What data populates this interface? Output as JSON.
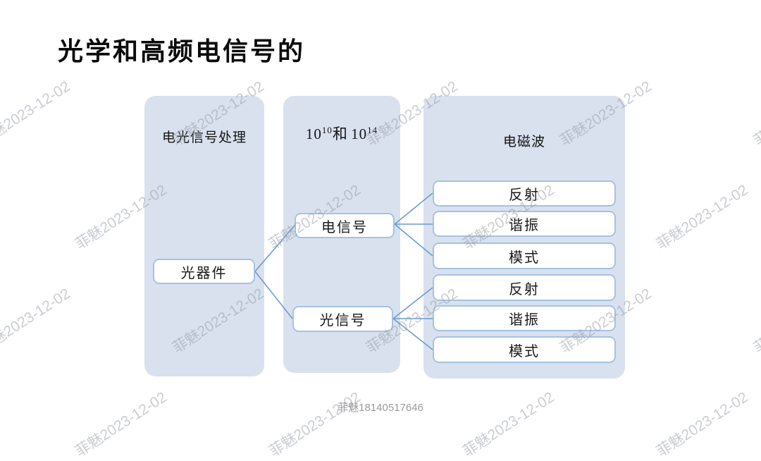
{
  "slide": {
    "title": "光学和高频电信号的",
    "footer": "菲魅18140517646",
    "watermark_text": "菲魅2023-12-02"
  },
  "colors": {
    "panel_fill": "#d9e1ef",
    "node_border": "#a4c3e3",
    "connector": "#6d9cce",
    "title_text": "#0b0b0b",
    "watermark": "#969ca8",
    "footer_text": "#9a9a9a"
  },
  "diagram": {
    "panels": [
      {
        "id": "panel-1",
        "header": "电光信号处理",
        "nodes": [
          {
            "id": "optical-device",
            "label": "光器件"
          }
        ]
      },
      {
        "id": "panel-2",
        "header_parts": {
          "base1": "10",
          "sup1": "10",
          "mid": "和 ",
          "base2": "10",
          "sup2": "14"
        },
        "nodes": [
          {
            "id": "electrical-signal",
            "label": "电信号"
          },
          {
            "id": "optical-signal",
            "label": "光信号"
          }
        ]
      },
      {
        "id": "panel-3",
        "header": "电磁波",
        "nodes": [
          {
            "id": "em-1",
            "label": "反射"
          },
          {
            "id": "em-2",
            "label": "谐振"
          },
          {
            "id": "em-3",
            "label": "模式"
          },
          {
            "id": "em-4",
            "label": "反射"
          },
          {
            "id": "em-5",
            "label": "谐振"
          },
          {
            "id": "em-6",
            "label": "模式"
          }
        ]
      }
    ],
    "edges": [
      {
        "from": "optical-device",
        "to": "electrical-signal"
      },
      {
        "from": "optical-device",
        "to": "optical-signal"
      },
      {
        "from": "electrical-signal",
        "to": "em-1"
      },
      {
        "from": "electrical-signal",
        "to": "em-2"
      },
      {
        "from": "electrical-signal",
        "to": "em-3"
      },
      {
        "from": "optical-signal",
        "to": "em-4"
      },
      {
        "from": "optical-signal",
        "to": "em-5"
      },
      {
        "from": "optical-signal",
        "to": "em-6"
      }
    ]
  }
}
